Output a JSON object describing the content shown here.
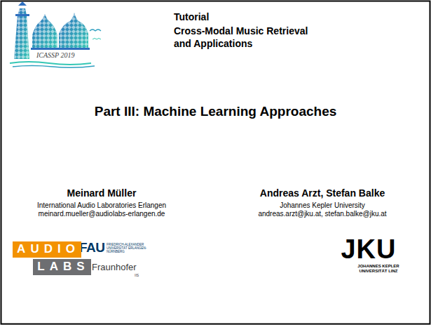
{
  "diagram": {
    "title": "Part III: Machine Learning Approaches",
    "nodes": [
      {
        "text": [
          "AUDIO"
        ]
      },
      {
        "text": [
          "LABS"
        ]
      }
    ],
    "labels": [
      "ICASSP 2019",
      "Tutorial",
      "Cross-Modal Music Retrieval and Applications",
      "Meinard Müller",
      "International Audio Laboratories Erlangen",
      "meinard.mueller@audiolabs-erlangen.de",
      "Andreas Arzt, Stefan Balke",
      "Johannes Kepler University",
      "andreas.arzt@jku.at, stefan.balke@jku.at",
      "FAU",
      "FRIEDRICH-ALEXANDER UNIVERSITÄT ERLANGEN-NÜRNBERG",
      "Fraunhofer",
      "IIS",
      "JKU",
      "JOHANNES KEPLER UNIVERSITÄT LINZ"
    ]
  }
}
